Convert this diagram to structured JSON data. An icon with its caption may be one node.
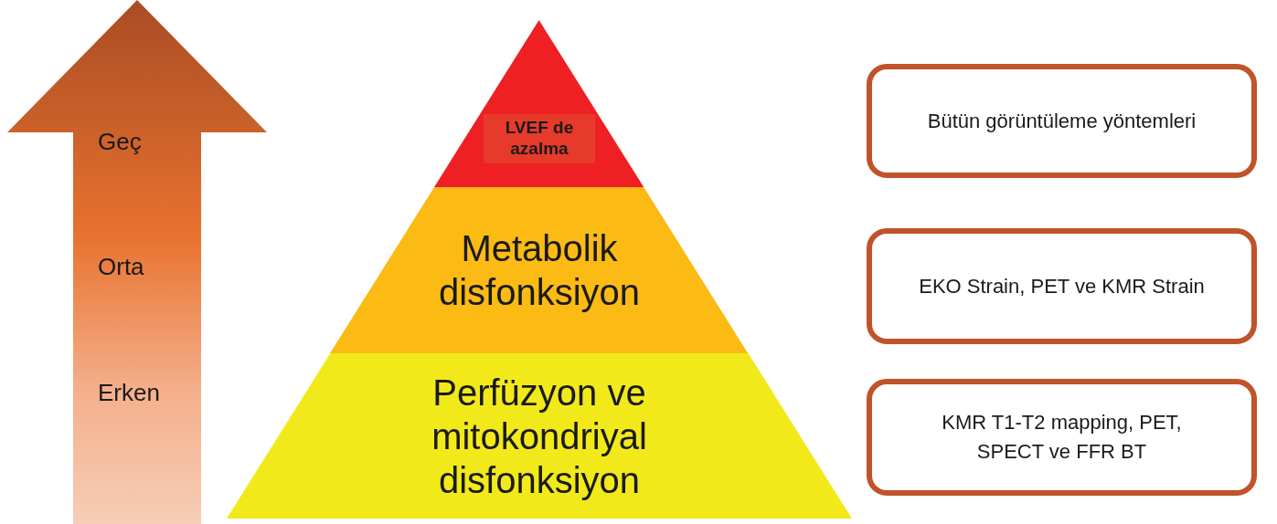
{
  "diagram": {
    "nodes": [
      {
        "text": [
          "Geç",
          "Orta",
          "Erken"
        ]
      },
      {
        "text": [
          "LVEF de azalma"
        ]
      },
      {
        "text": [
          "Metabolik disfonksiyon"
        ]
      },
      {
        "text": [
          "Perfüzyon ve mitokondriyal disfonksiyon"
        ]
      },
      {
        "text": [
          "Bütün görüntüleme yöntemleri"
        ]
      },
      {
        "text": [
          "EKO Strain, PET ve KMR Strain"
        ]
      },
      {
        "text": [
          "KMR T1-T2 mapping, PET, SPECT ve FFR BT"
        ]
      }
    ]
  }
}
